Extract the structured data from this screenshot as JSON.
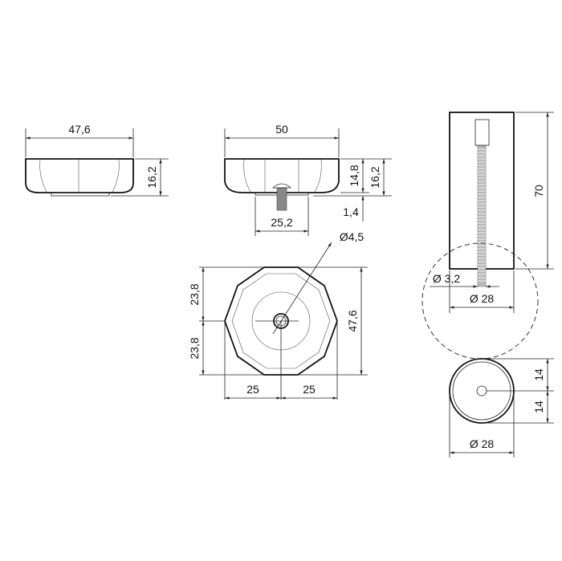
{
  "front_view_small": {
    "width": "47,6",
    "height": "16,2"
  },
  "front_view_large": {
    "width": "50",
    "body_height": "14,8",
    "total_height": "16,2",
    "base_height": "1,4",
    "base_width": "25,2"
  },
  "top_view": {
    "drain_diameter": "Ø4,5",
    "half_height_top": "23,8",
    "half_height_bottom": "23,8",
    "height": "47,6",
    "half_width_left": "25",
    "half_width_right": "25"
  },
  "side_detail": {
    "length": "70",
    "rod_diameter": "Ø 3,2",
    "diameter": "Ø 28"
  },
  "end_view": {
    "radius_top": "14",
    "radius_bottom": "14",
    "diameter": "Ø 28"
  }
}
